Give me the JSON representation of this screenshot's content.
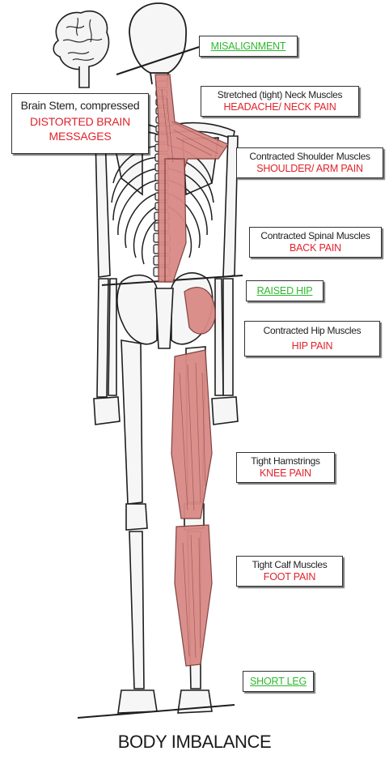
{
  "labels": {
    "misalignment": "MISALIGNMENT",
    "brain_stem": {
      "line1": "Brain Stem, compressed",
      "line2": "DISTORTED BRAIN",
      "line3": "MESSAGES"
    },
    "neck": {
      "line1": "Stretched (tight) Neck Muscles",
      "line2": "HEADACHE/ NECK PAIN"
    },
    "shoulder": {
      "line1": "Contracted Shoulder Muscles",
      "line2": "SHOULDER/ ARM PAIN"
    },
    "spinal": {
      "line1": "Contracted Spinal Muscles",
      "line2": "BACK PAIN"
    },
    "raised_hip": "RAISED HIP",
    "hip": {
      "line1": "Contracted Hip Muscles",
      "line2": "HIP PAIN"
    },
    "hamstrings": {
      "line1": "Tight Hamstrings",
      "line2": "KNEE PAIN"
    },
    "calf": {
      "line1": "Tight Calf Muscles",
      "line2": "FOOT PAIN"
    },
    "short_leg": "SHORT LEG"
  },
  "caption": "BODY IMBALANCE",
  "colors": {
    "pain_text": "#e0222b",
    "green_label": "#2db82d",
    "muscle_fill": "#d98a86",
    "bone_outline": "#1e1e1e"
  }
}
